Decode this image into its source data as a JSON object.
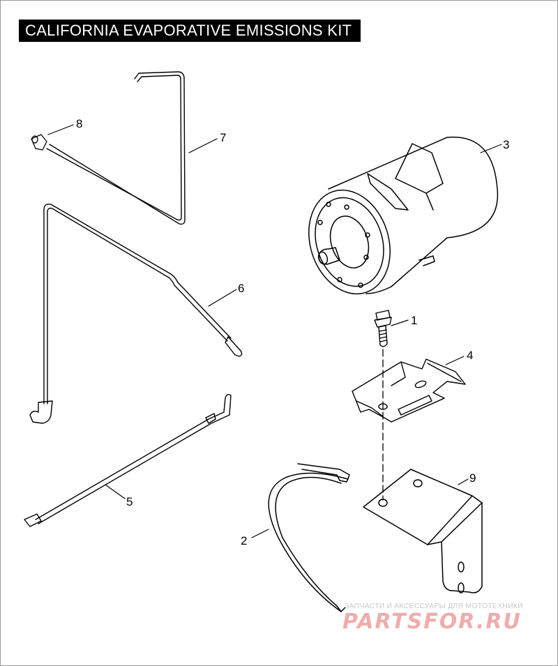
{
  "title": "CALIFORNIA EVAPORATIVE EMISSIONS KIT",
  "callouts": [
    {
      "id": "callout-1",
      "label": "1"
    },
    {
      "id": "callout-2",
      "label": "2"
    },
    {
      "id": "callout-3",
      "label": "3"
    },
    {
      "id": "callout-4",
      "label": "4"
    },
    {
      "id": "callout-5",
      "label": "5"
    },
    {
      "id": "callout-6",
      "label": "6"
    },
    {
      "id": "callout-7",
      "label": "7"
    },
    {
      "id": "callout-8",
      "label": "8"
    },
    {
      "id": "callout-9",
      "label": "9"
    }
  ],
  "watermark": {
    "caption": "ЗАПЧАСТИ И АКСЕССУАРЫ ДЛЯ МОТОТЕХНИКИ",
    "logo": "PARTSFOR.RU"
  }
}
